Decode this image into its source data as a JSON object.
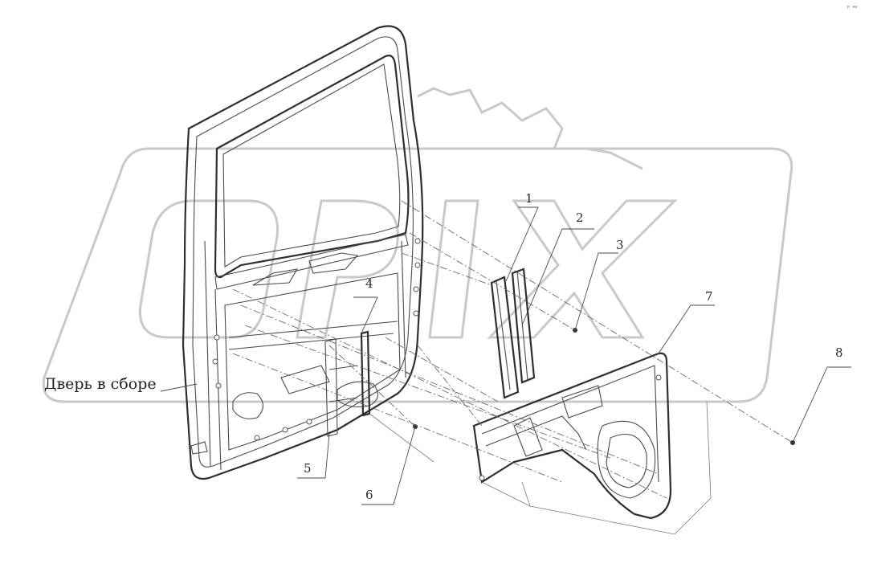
{
  "diagram": {
    "assembly_label": "Дверь в сборе",
    "parts": [
      {
        "number": "1"
      },
      {
        "number": "2"
      },
      {
        "number": "3"
      },
      {
        "number": "4"
      },
      {
        "number": "5"
      },
      {
        "number": "6"
      },
      {
        "number": "7"
      },
      {
        "number": "8"
      }
    ],
    "corner_mark": "ᵖ ᵃᵃ",
    "colors": {
      "line": "#4a4a4a",
      "watermark": "#c9c9c9",
      "background": "#ffffff"
    }
  }
}
